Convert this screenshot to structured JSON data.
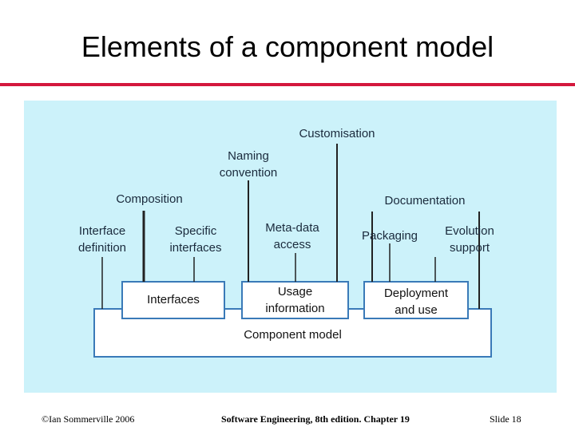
{
  "title": "Elements of a component model",
  "accent_color": "#d4183d",
  "panel_color": "#ccf2fa",
  "diagram": {
    "boxes": {
      "interfaces": "Interfaces",
      "usage_line1": "Usage",
      "usage_line2": "information",
      "deployment_line1": "Deployment",
      "deployment_line2": "and use",
      "component_model": "Component model"
    },
    "labels": {
      "customisation": "Customisation",
      "naming_line1": "Naming",
      "naming_line2": "convention",
      "composition": "Composition",
      "documentation": "Documentation",
      "interface_def_line1": "Interface",
      "interface_def_line2": "definition",
      "specific_line1": "Specific",
      "specific_line2": "interfaces",
      "metadata_line1": "Meta-data",
      "metadata_line2": "access",
      "packaging": "Packaging",
      "evolution_line1": "Evolution",
      "evolution_line2": "support"
    }
  },
  "footer": {
    "left": "©Ian Sommerville 2006",
    "center": "Software Engineering, 8th edition. Chapter 19",
    "right": "Slide  18"
  }
}
